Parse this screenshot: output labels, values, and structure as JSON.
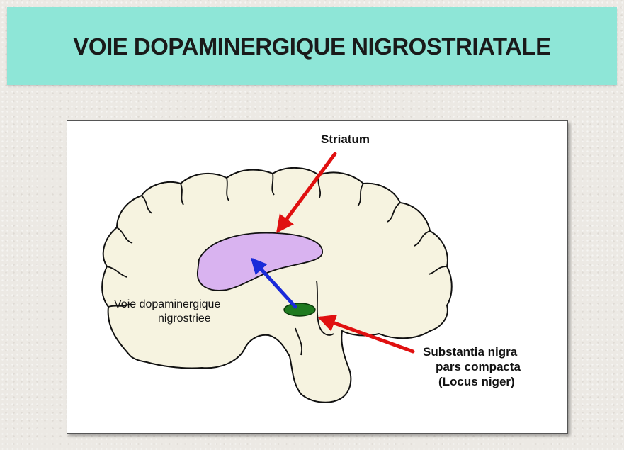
{
  "header": {
    "title": "VOIE DOPAMINERGIQUE NIGROSTRIATALE"
  },
  "diagram": {
    "labels": {
      "striatum": "Striatum",
      "pathway_line1": "Voie dopaminergique",
      "pathway_line2": "nigrostriee",
      "nigra_line1": "Substantia nigra",
      "nigra_line2": "pars compacta",
      "nigra_line3": "(Locus niger)"
    },
    "colors": {
      "header_bg": "#8ee6d7",
      "brain_fill": "#f6f3e0",
      "striatum_fill": "#d9b3f0",
      "substantia_nigra_fill": "#1f7a1f",
      "pathway_arrow": "#1a2bd9",
      "pointer_arrows": "#e01010"
    }
  }
}
